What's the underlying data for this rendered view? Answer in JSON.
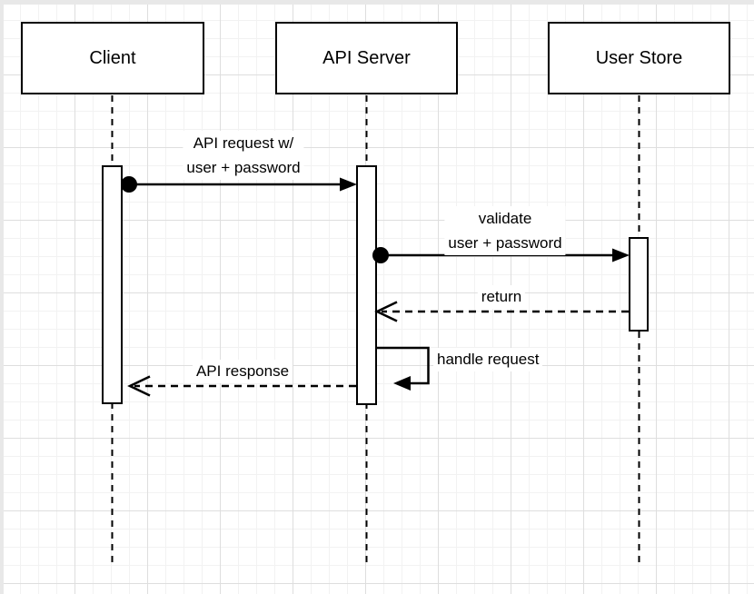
{
  "canvas": {
    "background": "#ffffff",
    "grid_minor_color": "#f2f2f2",
    "grid_major_color": "#dedede",
    "edge_band_color": "#e8e8e8",
    "stroke_color": "#000000",
    "shape_fill_color": "#ffffff"
  },
  "diagram_type": "uml-sequence",
  "actors": [
    {
      "id": "client",
      "label": "Client"
    },
    {
      "id": "api-server",
      "label": "API Server"
    },
    {
      "id": "user-store",
      "label": "User Store"
    }
  ],
  "messages": {
    "api_request": {
      "from": "Client",
      "to": "API Server",
      "kind": "solid-arrow-with-origin-dot",
      "line1": "API request w/",
      "line2": "user + password"
    },
    "validate": {
      "from": "API Server",
      "to": "User Store",
      "kind": "solid-arrow-with-origin-dot",
      "line1": "validate",
      "line2": "user + password"
    },
    "return_reply": {
      "from": "User Store",
      "to": "API Server",
      "kind": "dashed-open-arrow",
      "label": "return"
    },
    "handle": {
      "from": "API Server",
      "to": "API Server",
      "kind": "self-loop",
      "label": "handle request"
    },
    "api_response": {
      "from": "API Server",
      "to": "Client",
      "kind": "dashed-open-arrow",
      "label": "API response"
    }
  }
}
